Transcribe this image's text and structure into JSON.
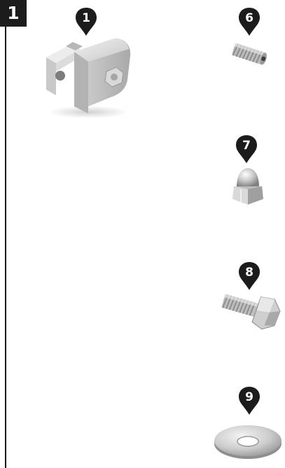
{
  "step": {
    "number": "1"
  },
  "parts": [
    {
      "id": "1",
      "icon": "bracket-clevis-icon"
    },
    {
      "id": "6",
      "icon": "set-screw-icon"
    },
    {
      "id": "7",
      "icon": "acorn-cap-nut-icon"
    },
    {
      "id": "8",
      "icon": "hex-bolt-icon"
    },
    {
      "id": "9",
      "icon": "flat-washer-icon"
    }
  ],
  "colors": {
    "ink": "#1c1c1c",
    "metal_light": "#e6e6e6",
    "metal_mid": "#b9b9b9",
    "metal_dark": "#8a8a8a"
  }
}
